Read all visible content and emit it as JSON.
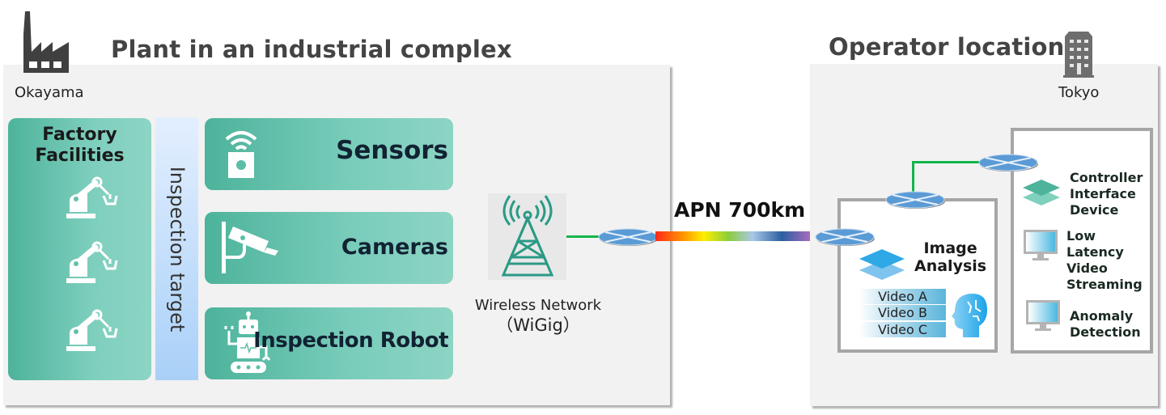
{
  "plant": {
    "title": "Plant in an industrial complex",
    "location": "Okayama",
    "icon": "factory-icon",
    "factory_facilities": {
      "title": "Factory Facilities",
      "icons": [
        "robot-arm-icon",
        "robot-arm-icon",
        "robot-arm-icon"
      ]
    },
    "inspection_target_label": "Inspection target",
    "targets": [
      {
        "label": "Sensors",
        "icon": "wireless-sensor-icon"
      },
      {
        "label": "Cameras",
        "icon": "security-camera-icon"
      },
      {
        "label": "Inspection Robot",
        "icon": "robot-icon"
      }
    ],
    "wireless": {
      "label_line1": "Wireless Network",
      "label_line2": "（WiGig）",
      "icon": "antenna-tower-icon"
    }
  },
  "link": {
    "label": "APN 700km"
  },
  "operator": {
    "title": "Operator location",
    "location": "Tokyo",
    "icon": "office-building-icon",
    "image_analysis": {
      "title_line1": "Image",
      "title_line2": "Analysis",
      "videos": [
        "Video A",
        "Video B",
        "Video C"
      ],
      "icon": "ai-head-icon"
    },
    "controller": {
      "items": [
        {
          "lines": [
            "Controller",
            "Interface",
            "Device"
          ],
          "icon": "layers-icon"
        },
        {
          "lines": [
            "Low",
            "Latency",
            "Video",
            "Streaming"
          ],
          "icon": "monitor-icon"
        },
        {
          "lines": [
            "Anomaly",
            "Detection"
          ],
          "icon": "monitor-icon"
        }
      ]
    }
  },
  "colors": {
    "teal": "#4db39b",
    "teal_light": "#8dd4c4",
    "green_link": "#12b54a",
    "router_blue": "#5b9bd5",
    "panel_bg": "#f2f2f2",
    "title_gray": "#444444"
  }
}
